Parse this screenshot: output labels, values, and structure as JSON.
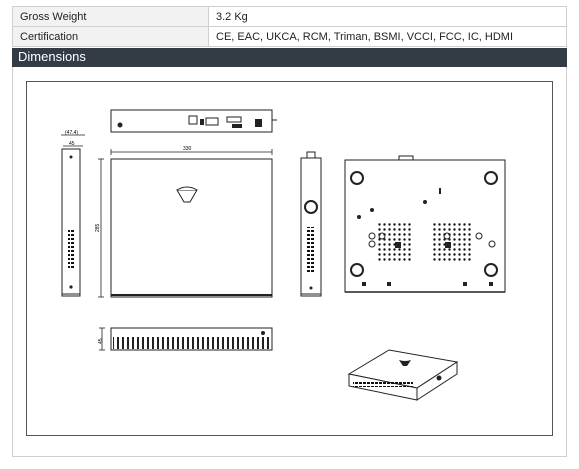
{
  "specs": [
    {
      "label": "Gross Weight",
      "value": "3.2 Kg"
    },
    {
      "label": "Certification",
      "value": "CE, EAC, UKCA, RCM, Triman, BSMI, VCCI, FCC, IC, HDMI"
    }
  ],
  "section": {
    "title": "Dimensions"
  },
  "drawing": {
    "dim_height_label": "(47.4)",
    "dim_height_label2": "45",
    "dim_width_label": "330",
    "dim_depth_label": "285",
    "dim_front_height": "45"
  }
}
